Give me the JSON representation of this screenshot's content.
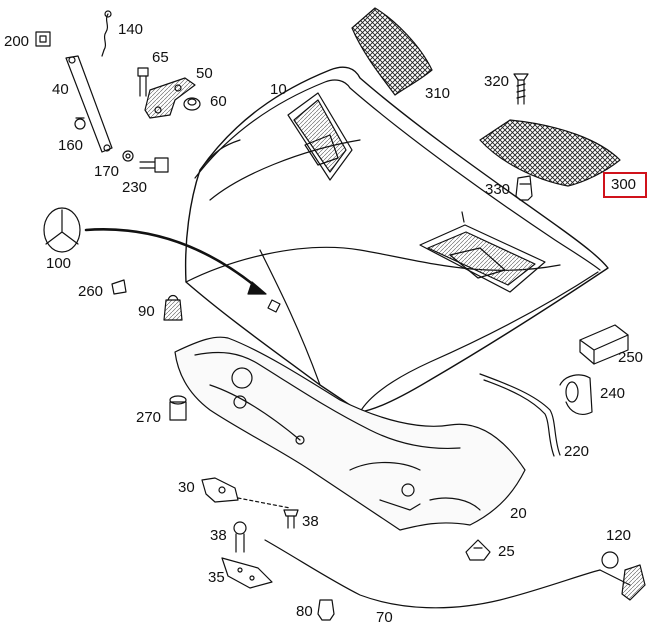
{
  "labels": {
    "p10": "10",
    "p20": "20",
    "p25": "25",
    "p30": "30",
    "p35": "35",
    "p38a": "38",
    "p38b": "38",
    "p40": "40",
    "p50": "50",
    "p60": "60",
    "p65": "65",
    "p70": "70",
    "p80": "80",
    "p90": "90",
    "p100": "100",
    "p120": "120",
    "p140": "140",
    "p160": "160",
    "p170": "170",
    "p200": "200",
    "p220": "220",
    "p230": "230",
    "p240": "240",
    "p250": "250",
    "p260": "260",
    "p270": "270",
    "p300": "300",
    "p310": "310",
    "p320": "320",
    "p330": "330"
  },
  "highlight": {
    "part": "300",
    "color": "#d0121b"
  }
}
